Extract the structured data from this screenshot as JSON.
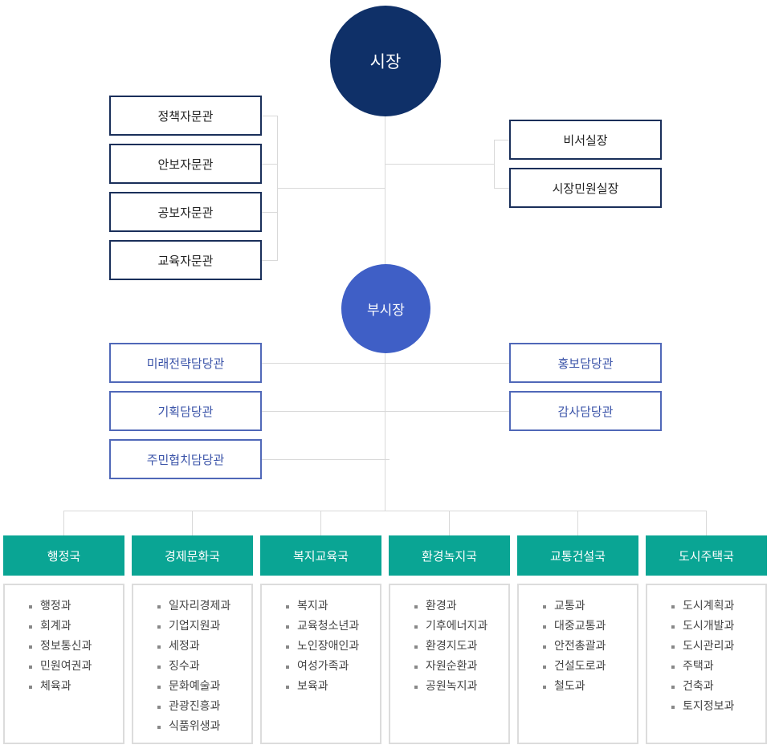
{
  "mayor": "시장",
  "vice_mayor": "부시장",
  "mayor_advisors": [
    "정책자문관",
    "안보자문관",
    "공보자문관",
    "교육자문관"
  ],
  "mayor_offices": [
    "비서실장",
    "시장민원실장"
  ],
  "vice_officers_left": [
    "미래전략담당관",
    "기획담당관",
    "주민협치담당관"
  ],
  "vice_officers_right": [
    "홍보담당관",
    "감사담당관"
  ],
  "bureaus": [
    {
      "name": "행정국",
      "departments": [
        "행정과",
        "회계과",
        "정보통신과",
        "민원여권과",
        "체육과"
      ]
    },
    {
      "name": "경제문화국",
      "departments": [
        "일자리경제과",
        "기업지원과",
        "세정과",
        "징수과",
        "문화예술과",
        "관광진흥과",
        "식품위생과"
      ]
    },
    {
      "name": "복지교육국",
      "departments": [
        "복지과",
        "교육청소년과",
        "노인장애인과",
        "여성가족과",
        "보육과"
      ]
    },
    {
      "name": "환경녹지국",
      "departments": [
        "환경과",
        "기후에너지과",
        "환경지도과",
        "자원순환과",
        "공원녹지과"
      ]
    },
    {
      "name": "교통건설국",
      "departments": [
        "교통과",
        "대중교통과",
        "안전총괄과",
        "건설도로과",
        "철도과"
      ]
    },
    {
      "name": "도시주택국",
      "departments": [
        "도시계획과",
        "도시개발과",
        "도시관리과",
        "주택과",
        "건축과",
        "토지정보과"
      ]
    }
  ],
  "colors": {
    "mayor": "#0f3068",
    "vice_mayor": "#3f5fc6",
    "bureau": "#0aa594",
    "box_border": "#1a2f5a",
    "vice_box_border": "#5068b8"
  }
}
